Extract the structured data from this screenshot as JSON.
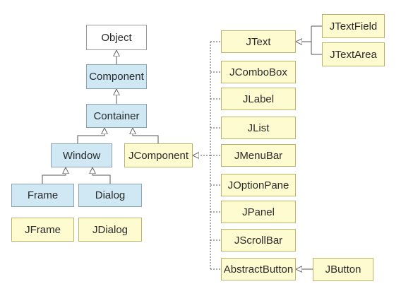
{
  "nodes": {
    "object": "Object",
    "component": "Component",
    "container": "Container",
    "window": "Window",
    "jcomponent": "JComponent",
    "frame": "Frame",
    "dialog": "Dialog",
    "jframe": "JFrame",
    "jdialog": "JDialog",
    "jtext": "JText",
    "jcombobox": "JComboBox",
    "jlabel": "JLabel",
    "jlist": "JList",
    "jmenubar": "JMenuBar",
    "joptionpane": "JOptionPane",
    "jpanel": "JPanel",
    "jscrollbar": "JScrollBar",
    "abstractbutton": "AbstractButton",
    "jtextfield": "JTextField",
    "jtextarea": "JTextArea",
    "jbutton": "JButton"
  },
  "colors": {
    "root_box": "#ffffff",
    "awt_box": "#cfe8f4",
    "swing_box": "#fffbd0",
    "connector": "#555555"
  }
}
